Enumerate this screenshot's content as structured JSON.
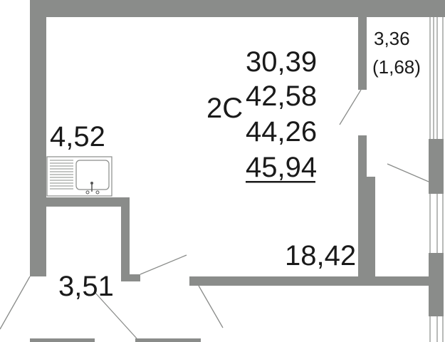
{
  "apartment": {
    "type_label": "2C",
    "areas": {
      "living": "30,39",
      "total_without_balcony": "42,58",
      "total_reduced": "44,26",
      "total_full": "45,94"
    }
  },
  "rooms": {
    "kitchen_area": "4,52",
    "room_area": "18,42",
    "hall_area": "3,51",
    "balcony_area": "3,36",
    "balcony_reduced_area": "(1,68)"
  },
  "colors": {
    "wall": "#8a8c8a",
    "text": "#1a1a1a"
  }
}
